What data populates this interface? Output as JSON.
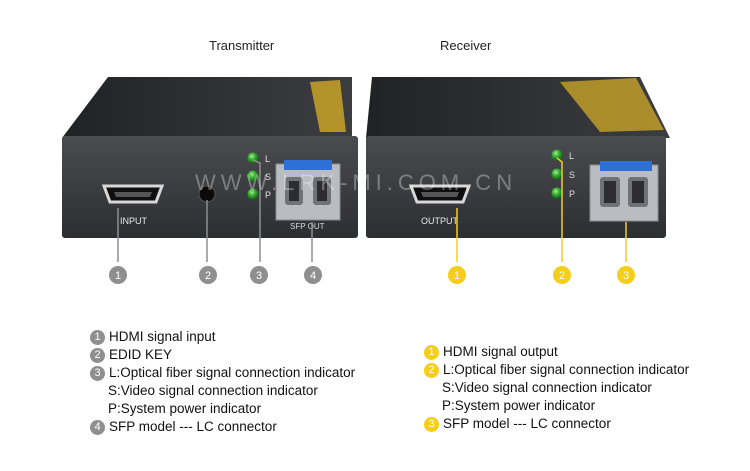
{
  "titles": {
    "transmitter": "Transmitter",
    "receiver": "Receiver"
  },
  "ports": {
    "input": "INPUT",
    "output": "OUTPUT",
    "sfp_tx": "SFP OUT"
  },
  "led_labels": [
    "L",
    "S",
    "P"
  ],
  "watermark": "WWW.LRK-MI.COM.CN",
  "markers": {
    "tx": [
      "1",
      "2",
      "3",
      "4"
    ],
    "rx": [
      "1",
      "2",
      "3"
    ]
  },
  "colors": {
    "device_body": "#3a3c3f",
    "led_green": "#2fa32a",
    "sfp_blue": "#2f6fd8",
    "marker_grey": "#8f8f8f",
    "marker_yellow": "#f5cd1c",
    "top_label_gold": "#c9a227"
  },
  "legend_tx": [
    {
      "num": "1",
      "text": "HDMI signal input"
    },
    {
      "num": "2",
      "text": "EDID KEY"
    },
    {
      "num": "3",
      "text": "L:Optical fiber signal connection indicator"
    },
    {
      "num": "",
      "text": "S:Video signal connection indicator"
    },
    {
      "num": "",
      "text": "P:System power indicator"
    },
    {
      "num": "4",
      "text": "SFP model --- LC connector"
    }
  ],
  "legend_rx": [
    {
      "num": "1",
      "text": "HDMI signal output"
    },
    {
      "num": "2",
      "text": "L:Optical fiber signal connection indicator"
    },
    {
      "num": "",
      "text": "S:Video signal connection indicator"
    },
    {
      "num": "",
      "text": "P:System power indicator"
    },
    {
      "num": "3",
      "text": "SFP model --- LC connector"
    }
  ]
}
